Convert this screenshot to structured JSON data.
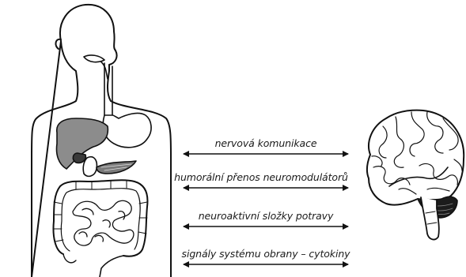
{
  "connections": [
    {
      "label": "nervová komunikace"
    },
    {
      "label": "humorální přenos neuromodulátorů"
    },
    {
      "label": "neuroaktivní složky potravy"
    },
    {
      "label": "signály systému obrany – cytokiny"
    }
  ],
  "colors": {
    "line": "#111111",
    "organ_fill": "#8a8a8a",
    "organ_dark": "#555555",
    "brain_fill": "#ffffff"
  }
}
